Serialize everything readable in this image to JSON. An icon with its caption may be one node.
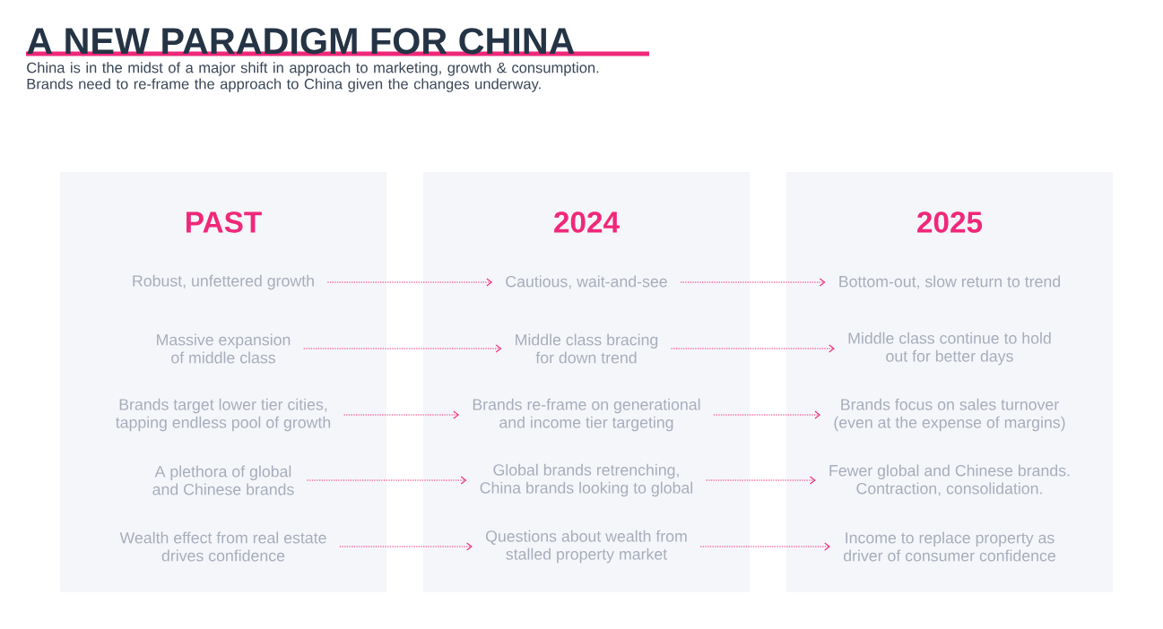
{
  "diagram": {
    "title": "A NEW PARADIGM FOR CHINA",
    "nodes": [
      {
        "text": [
          "PAST"
        ]
      },
      {
        "text": [
          "Robust, unfettered growth"
        ],
        "in": 0
      },
      {
        "text": [
          "Massive expansion of middle class"
        ],
        "in": 0
      },
      {
        "text": [
          "Brands target lower tier cities, tapping endless pool of growth"
        ],
        "in": 0
      },
      {
        "text": [
          "A plethora of global and Chinese brands"
        ],
        "in": 0
      },
      {
        "text": [
          "Wealth effect from real estate drives confidence"
        ],
        "in": 0
      },
      {
        "text": [
          "2024"
        ]
      },
      {
        "text": [
          "Cautious, wait-and-see"
        ],
        "in": 6
      },
      {
        "text": [
          "Middle class bracing for down trend"
        ],
        "in": 6
      },
      {
        "text": [
          "Brands re-frame on generational and income tier targeting"
        ],
        "in": 6
      },
      {
        "text": [
          "Global brands retrenching, China brands looking to global"
        ],
        "in": 6
      },
      {
        "text": [
          "Questions about wealth from stalled property market"
        ],
        "in": 6
      },
      {
        "text": [
          "2025"
        ]
      },
      {
        "text": [
          "Bottom-out, slow return to trend"
        ],
        "in": 12
      },
      {
        "text": [
          "Middle class continue to hold out for better days"
        ],
        "in": 12
      },
      {
        "text": [
          "Brands focus on sales turnover (even at the expense of margins)"
        ],
        "in": 12
      },
      {
        "text": [
          "Fewer global and Chinese brands. Contraction, consolidation."
        ],
        "in": 12
      },
      {
        "text": [
          "Income to replace property as driver of consumer confidence"
        ],
        "in": 12
      }
    ],
    "edges": [
      {
        "from": 1,
        "to": 7,
        "arrow": "to",
        "style": "dashed"
      },
      {
        "from": 2,
        "to": 8,
        "arrow": "to",
        "style": "dashed"
      },
      {
        "from": 3,
        "to": 9,
        "arrow": "to",
        "style": "dashed"
      },
      {
        "from": 4,
        "to": 10,
        "arrow": "to",
        "style": "dashed"
      },
      {
        "from": 5,
        "to": 11,
        "arrow": "to",
        "style": "dashed"
      },
      {
        "from": 7,
        "to": 13,
        "arrow": "to",
        "style": "dashed"
      },
      {
        "from": 8,
        "to": 14,
        "arrow": "to",
        "style": "dashed"
      },
      {
        "from": 9,
        "to": 15,
        "arrow": "to",
        "style": "dashed"
      },
      {
        "from": 10,
        "to": 16,
        "arrow": "to",
        "style": "dashed"
      },
      {
        "from": 11,
        "to": 17,
        "arrow": "to",
        "style": "dashed"
      }
    ],
    "labels": [
      "China is in the midst of a major shift in approach to marketing, growth & consumption. Brands need to re-frame the approach to China given the changes underway."
    ]
  }
}
